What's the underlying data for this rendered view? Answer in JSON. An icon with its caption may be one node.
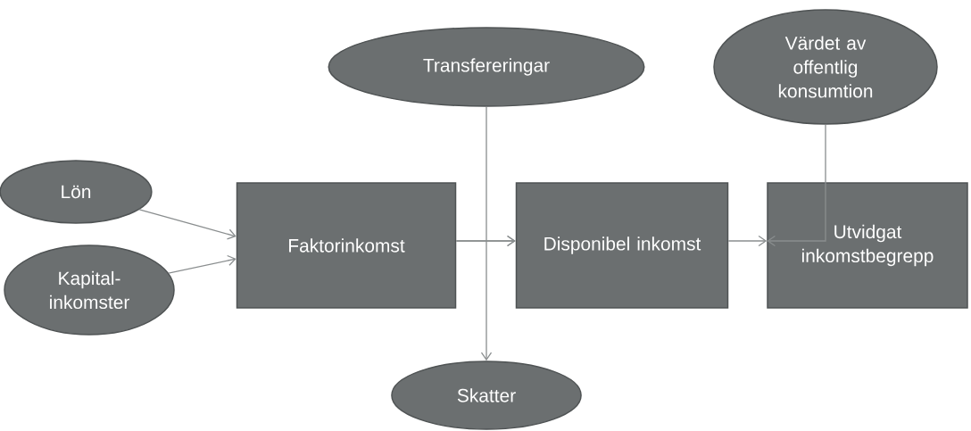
{
  "diagram": {
    "nodes": [
      {
        "text": [
          "Transfereringar"
        ]
      },
      {
        "text": [
          "Värdet av offentlig konsumtion"
        ]
      },
      {
        "text": [
          "Lön"
        ]
      },
      {
        "text": [
          "Faktorinkomst"
        ]
      },
      {
        "text": [
          "Disponibel inkomst"
        ]
      },
      {
        "text": [
          "Utvidgat inkomstbegrepp"
        ]
      },
      {
        "text": [
          "Kapital- inkomster"
        ]
      },
      {
        "text": [
          "Skatter"
        ]
      }
    ],
    "edges": [
      {
        "from": 2,
        "to": 3,
        "arrow": "to"
      },
      {
        "from": 6,
        "to": 3,
        "arrow": "to"
      },
      {
        "from": 3,
        "to": 4,
        "arrow": "to"
      },
      {
        "from": 0,
        "to": 4,
        "arrow": "to"
      },
      {
        "from": 3,
        "to": 7,
        "arrow": "to"
      },
      {
        "from": 1,
        "to": 5,
        "arrow": "to"
      },
      {
        "from": 4,
        "to": 5,
        "arrow": "to"
      }
    ]
  }
}
